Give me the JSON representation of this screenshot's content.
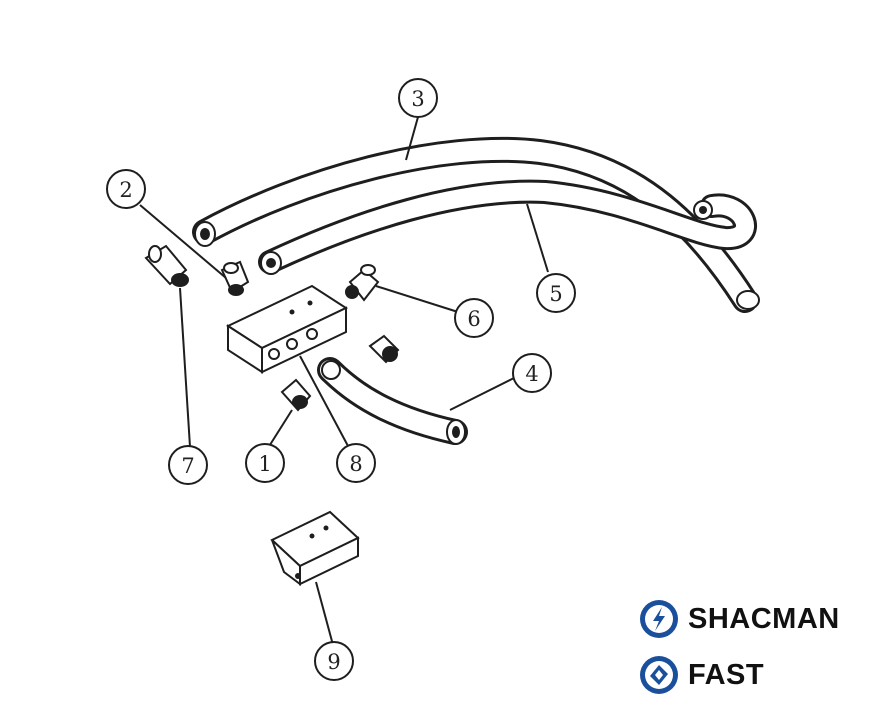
{
  "callouts": [
    {
      "id": "1",
      "label": "1"
    },
    {
      "id": "2",
      "label": "2"
    },
    {
      "id": "3",
      "label": "3"
    },
    {
      "id": "4",
      "label": "4"
    },
    {
      "id": "5",
      "label": "5"
    },
    {
      "id": "6",
      "label": "6"
    },
    {
      "id": "7",
      "label": "7"
    },
    {
      "id": "8",
      "label": "8"
    },
    {
      "id": "9",
      "label": "9"
    }
  ],
  "brands": {
    "shacman": {
      "name": "SHACMAN",
      "icon": "shacman-logo-icon"
    },
    "fast": {
      "name": "FAST",
      "icon": "fast-logo-icon"
    }
  },
  "colors": {
    "brand_blue": "#1a4f9c",
    "line": "#1e1e1e",
    "background": "#ffffff"
  }
}
